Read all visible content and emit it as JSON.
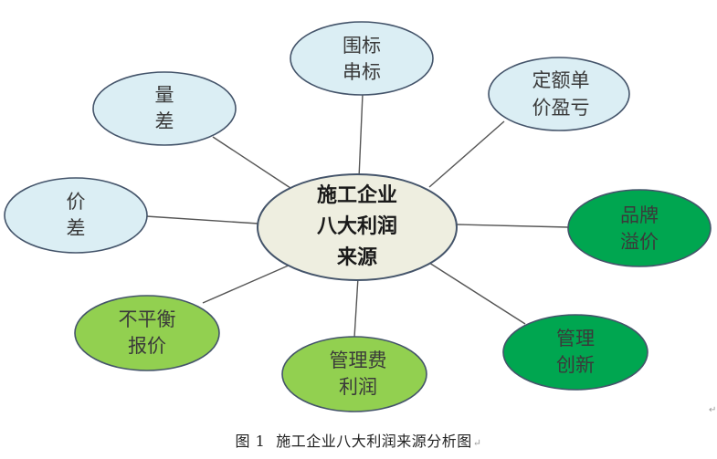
{
  "diagram": {
    "center": {
      "lines": [
        "施工企业",
        "八大利润",
        "来源"
      ]
    },
    "nodes": [
      {
        "id": "weibiao-chuanbiao",
        "lines": [
          "围标",
          "串标"
        ]
      },
      {
        "id": "dinge-danjia-yingkui",
        "lines": [
          "定额单",
          "价盈亏"
        ]
      },
      {
        "id": "pinpai-yijia",
        "lines": [
          "品牌",
          "溢价"
        ]
      },
      {
        "id": "guanli-chuangxin",
        "lines": [
          "管理",
          "创新"
        ]
      },
      {
        "id": "guanlifei-lirun",
        "lines": [
          "管理费",
          "利润"
        ]
      },
      {
        "id": "bupingheng-baojia",
        "lines": [
          "不平衡",
          "报价"
        ]
      },
      {
        "id": "jiacha",
        "lines": [
          "价",
          "差"
        ]
      },
      {
        "id": "liangcha",
        "lines": [
          "量",
          "差"
        ]
      }
    ],
    "colors": {
      "center_fill": "#eeeee0",
      "light_blue_fill": "#dbeef4",
      "light_green_fill": "#92d050",
      "dark_green_fill": "#00a650",
      "stroke": "#44546a",
      "connector": "#555555"
    }
  },
  "caption": {
    "figure_number": "图 1",
    "title": "施工企业八大利润来源分析图",
    "end_mark": "↵"
  },
  "paragraph_mark": "↵"
}
